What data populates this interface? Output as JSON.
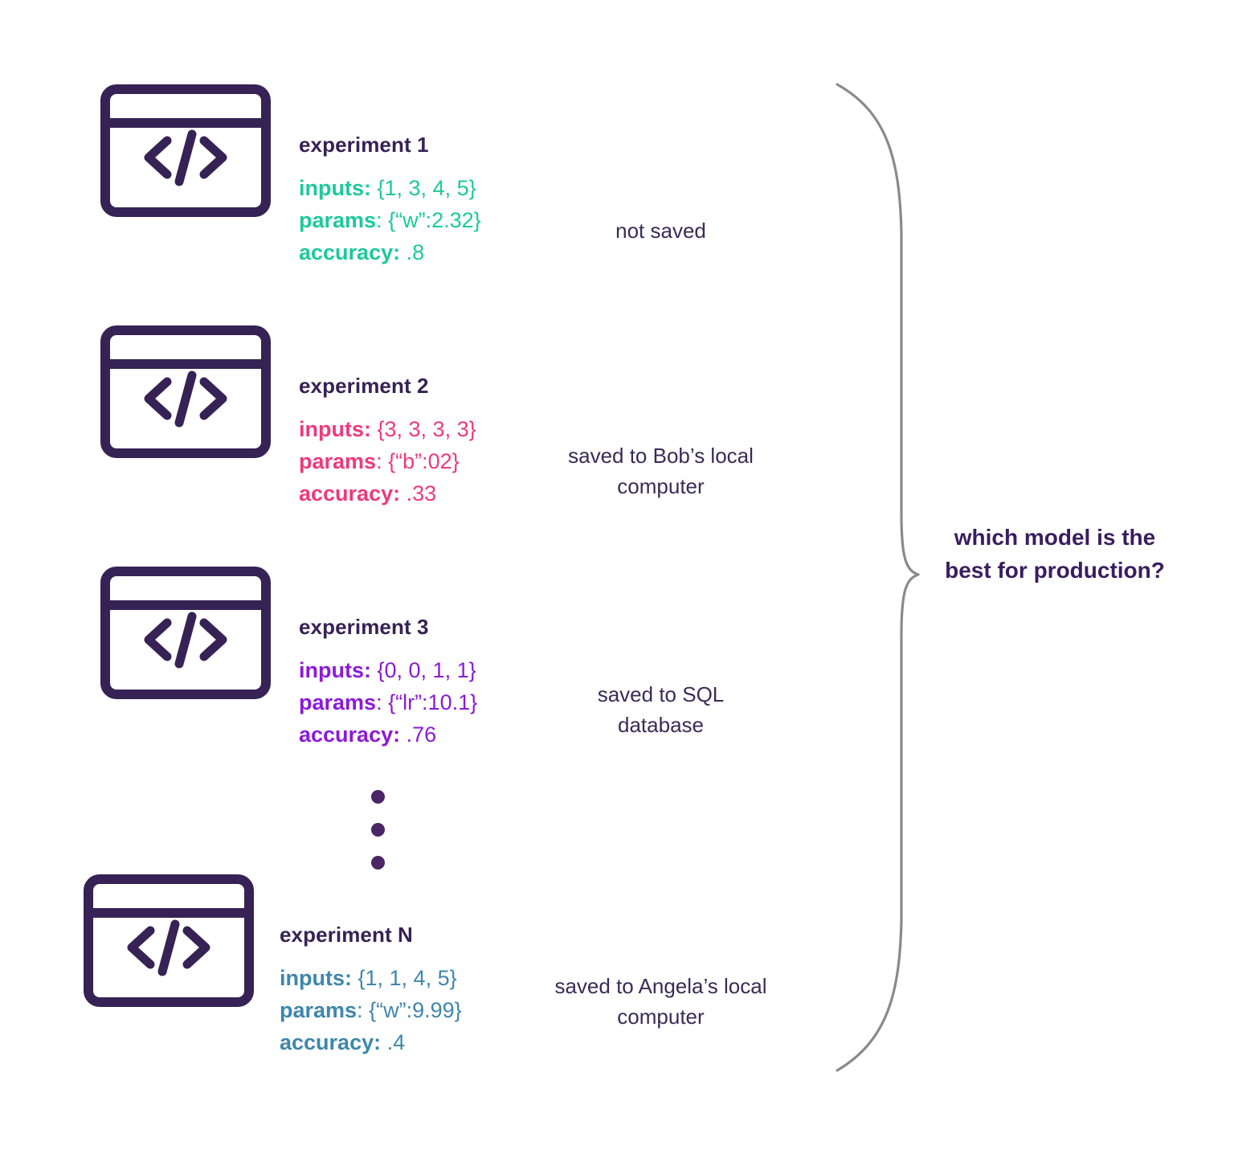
{
  "diagram": {
    "title_question": "which model is the best for production?",
    "ellipsis_icon": "vertical-ellipsis-icon",
    "brace_icon": "curly-brace-icon",
    "colors": {
      "dark_purple": "#362254",
      "teal": "#1ec99a",
      "pink": "#ec3a7d",
      "purple": "#8c1ad6",
      "steel_blue": "#3f86ad",
      "brace_gray": "#8a8a8a",
      "dot_purple": "#4b2566"
    }
  },
  "experiments": [
    {
      "icon": "code-window-icon",
      "title": "experiment 1",
      "accent": "#1ec99a",
      "fields": [
        {
          "key": "inputs:",
          "value": "{1, 3, 4, 5}"
        },
        {
          "key": "params",
          "value": ": {“w”:2.32}"
        },
        {
          "key": "accuracy:",
          "value": ".8"
        }
      ],
      "storage": "not saved"
    },
    {
      "icon": "code-window-icon",
      "title": "experiment 2",
      "accent": "#ec3a7d",
      "fields": [
        {
          "key": "inputs:",
          "value": "{3, 3, 3, 3}"
        },
        {
          "key": "params",
          "value": ": {“b”:02}"
        },
        {
          "key": "accuracy:",
          "value": ".33"
        }
      ],
      "storage": "saved to Bob’s local computer"
    },
    {
      "icon": "code-window-icon",
      "title": "experiment 3",
      "accent": "#8c1ad6",
      "fields": [
        {
          "key": "inputs:",
          "value": "{0, 0, 1, 1}"
        },
        {
          "key": "params",
          "value": ": {“lr”:10.1}"
        },
        {
          "key": "accuracy:",
          "value": ".76"
        }
      ],
      "storage": "saved to SQL database"
    },
    {
      "icon": "code-window-icon",
      "title": "experiment N",
      "accent": "#3f86ad",
      "fields": [
        {
          "key": "inputs:",
          "value": "{1, 1, 4, 5}"
        },
        {
          "key": "params",
          "value": ": {“w”:9.99}"
        },
        {
          "key": "accuracy:",
          "value": ".4"
        }
      ],
      "storage": "saved to Angela’s local computer"
    }
  ]
}
